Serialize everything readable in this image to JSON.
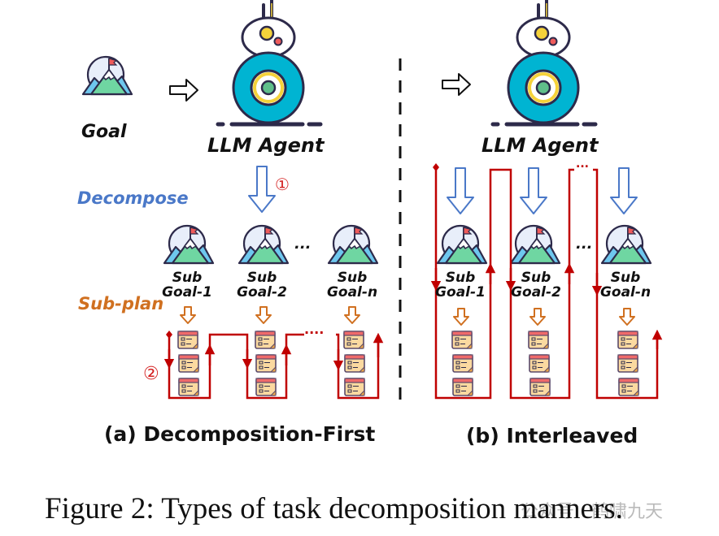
{
  "colors": {
    "path_red": "#c00000",
    "decompose_blue": "#4a78c8",
    "subplan_orange": "#d07020",
    "robot_teal": "#00b4d2",
    "outline": "#2d2a4a"
  },
  "panel_a": {
    "goal_label": "Goal",
    "agent_label": "LLM Agent",
    "decompose_label": "Decompose",
    "subplan_label": "Sub-plan",
    "step1": "①",
    "step2": "②",
    "ellipsis": "...",
    "path_ellipsis": "....",
    "subgoals": [
      {
        "line1": "Sub",
        "line2": "Goal-1"
      },
      {
        "line1": "Sub",
        "line2": "Goal-2"
      },
      {
        "line1": "Sub",
        "line2": "Goal-n"
      }
    ],
    "caption": "(a) Decomposition-First"
  },
  "panel_b": {
    "agent_label": "LLM Agent",
    "ellipsis": "...",
    "path_ellipsis": "...",
    "subgoals": [
      {
        "line1": "Sub",
        "line2": "Goal-1"
      },
      {
        "line1": "Sub",
        "line2": "Goal-2"
      },
      {
        "line1": "Sub",
        "line2": "Goal-n"
      }
    ],
    "caption": "(b) Interleaved"
  },
  "figure_caption": "Figure 2: Types of task decomposition manners.",
  "watermark": "公众号 · 鹤啸九天"
}
